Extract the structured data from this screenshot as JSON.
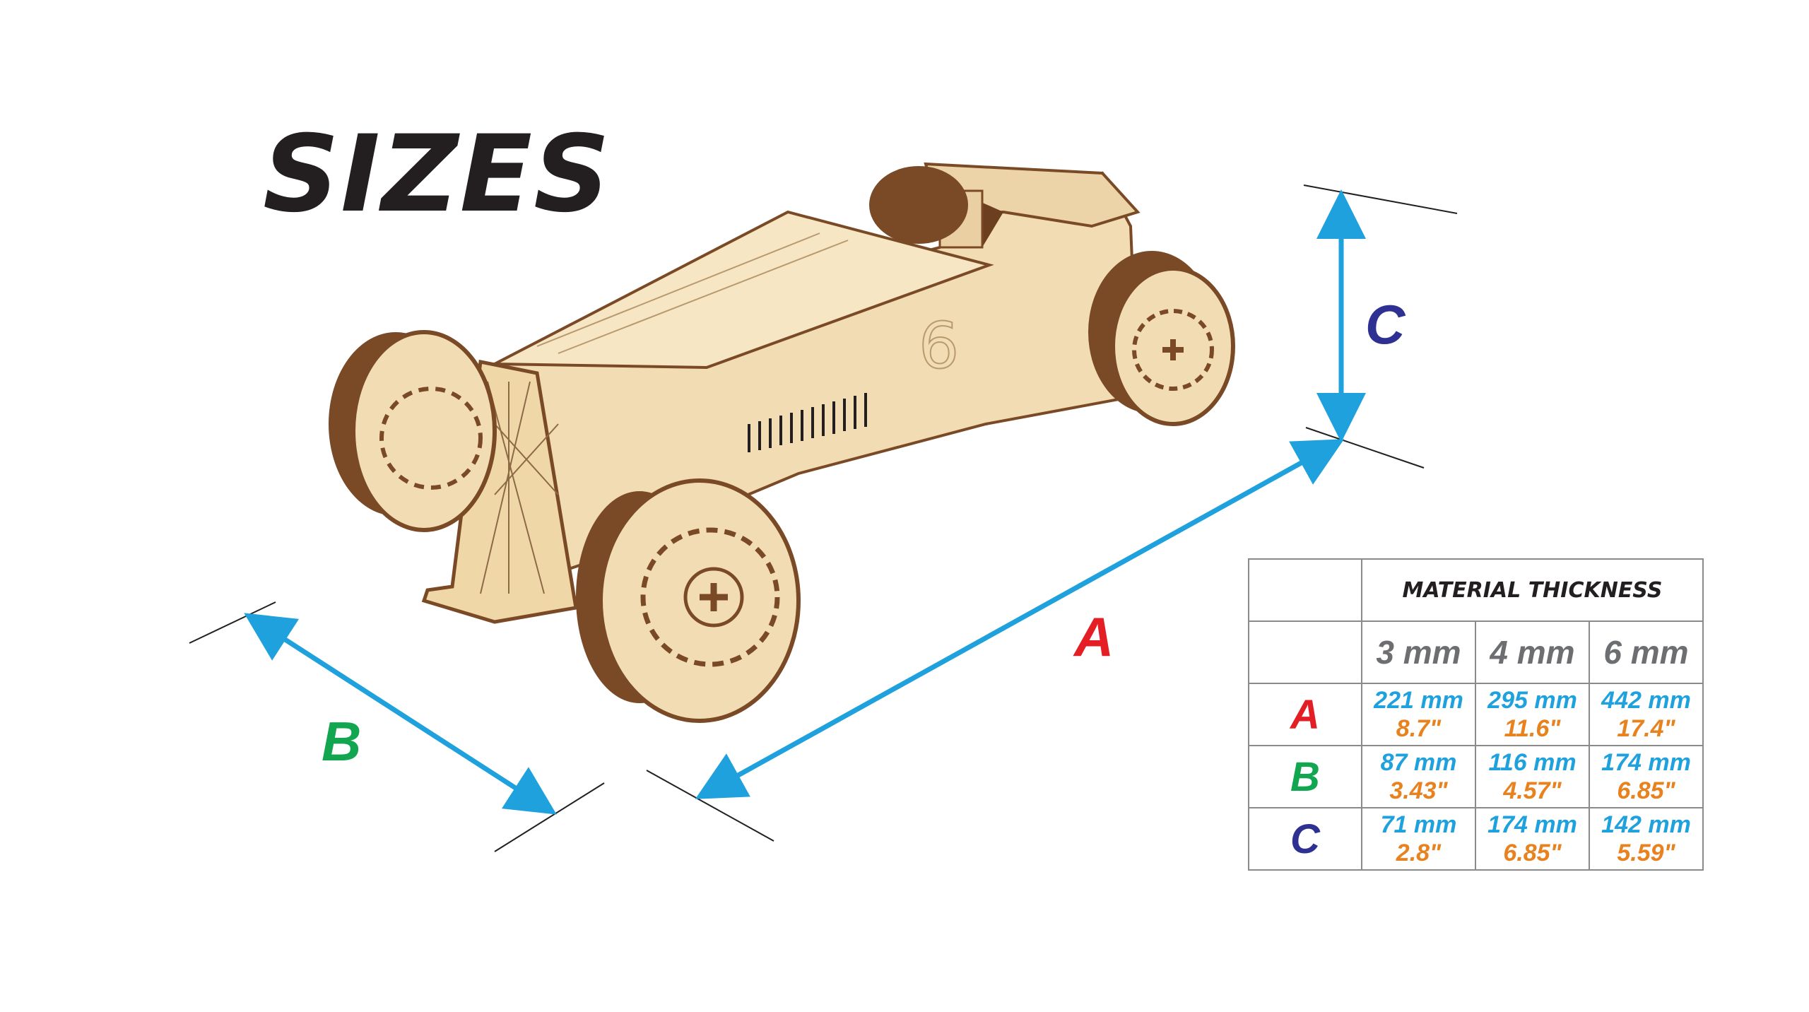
{
  "title": "SIZES",
  "dimensions": {
    "a": {
      "label": "A",
      "color": "#e31e24"
    },
    "b": {
      "label": "B",
      "color": "#12a650"
    },
    "c": {
      "label": "C",
      "color": "#2e3192"
    }
  },
  "arrow_color": "#1ea1dc",
  "table": {
    "header": "MATERIAL THICKNESS",
    "thicknesses": [
      "3 mm",
      "4 mm",
      "6 mm"
    ],
    "rows": [
      {
        "label": "A",
        "color": "#e31e24",
        "values": [
          {
            "mm": "221 mm",
            "inch": "8.7\""
          },
          {
            "mm": "295 mm",
            "inch": "11.6\""
          },
          {
            "mm": "442 mm",
            "inch": "17.4\""
          }
        ]
      },
      {
        "label": "B",
        "color": "#12a650",
        "values": [
          {
            "mm": "87 mm",
            "inch": "3.43\""
          },
          {
            "mm": "116 mm",
            "inch": "4.57\""
          },
          {
            "mm": "174 mm",
            "inch": "6.85\""
          }
        ]
      },
      {
        "label": "C",
        "color": "#2e3192",
        "values": [
          {
            "mm": "71 mm",
            "inch": "2.8\""
          },
          {
            "mm": "174 mm",
            "inch": "6.85\""
          },
          {
            "mm": "142 mm",
            "inch": "5.59\""
          }
        ]
      }
    ]
  }
}
